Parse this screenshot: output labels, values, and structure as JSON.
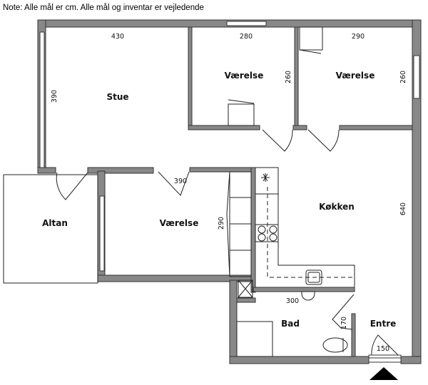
{
  "note": "Note: Alle mål er cm. Alle mål og inventar er vejledende",
  "rooms": {
    "stue": "Stue",
    "vaerelse1": "Værelse",
    "vaerelse2": "Værelse",
    "vaerelse3": "Værelse",
    "altan": "Altan",
    "kokken": "Køkken",
    "bad": "Bad",
    "entre": "Entre"
  },
  "dimensions": {
    "stue_width": "430",
    "stue_height": "390",
    "vaerelse1_width": "280",
    "vaerelse1_height": "260",
    "vaerelse2_width": "290",
    "vaerelse2_height": "260",
    "vaerelse3_width": "390",
    "vaerelse3_height": "290",
    "kokken_height": "640",
    "bad_width": "300",
    "bad_height": "170",
    "entre_width": "150"
  },
  "colors": {
    "wall": "#888888",
    "line": "#222222"
  }
}
